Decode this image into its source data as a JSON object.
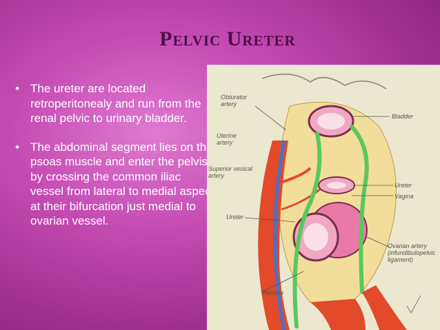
{
  "slide": {
    "title": "Pelvic Ureter",
    "bullets": [
      "The ureter are located retroperitonealy and run from the renal pelvic to urinary bladder.",
      "The abdominal segment lies on the psoas muscle and enter the pelvis by crossing the common iliac vessel from lateral to medial aspect at their bifurcation just medial to ovarian vessel."
    ],
    "bullet_glyph": "•",
    "colors": {
      "background": "#c44bb3",
      "title": "#4b0e43",
      "text": "#ffffff"
    }
  },
  "figure": {
    "labels": {
      "obturator": "Obturator artery",
      "bladder": "Bladder",
      "uterine": "Uterine artery",
      "superior_vesical": "Superior vesical artery",
      "ureter_right": "Ureter",
      "vagina": "Vagina",
      "ureter_left": "Ureter",
      "ovarian": "Ovarian artery (infundibulopelvic ligament)",
      "rectum": "Rectum"
    }
  }
}
